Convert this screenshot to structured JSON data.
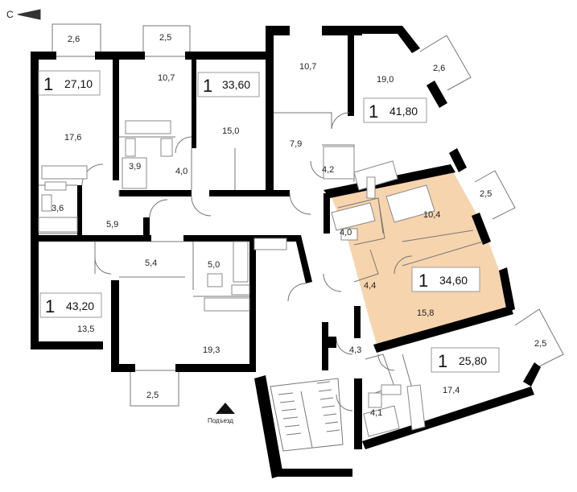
{
  "compass": {
    "label": "С"
  },
  "entrance": {
    "label": "Подъезд"
  },
  "apartments": [
    {
      "rooms": "1",
      "area": "27,10"
    },
    {
      "rooms": "1",
      "area": "33,60"
    },
    {
      "rooms": "1",
      "area": "41,80"
    },
    {
      "rooms": "1",
      "area": "34,60"
    },
    {
      "rooms": "1",
      "area": "43,20"
    },
    {
      "rooms": "1",
      "area": "25,80"
    }
  ],
  "highlight_color": "#F6D4AE",
  "rooms": {
    "r_17_6": "17,6",
    "r_3_6": "3,6",
    "r_5_9": "5,9",
    "r_2_6a": "2,6",
    "r_10_7a": "10,7",
    "r_2_5a": "2,5",
    "r_3_9": "3,9",
    "r_4_0a": "4,0",
    "r_15_0": "15,0",
    "r_10_7b": "10,7",
    "r_7_9": "7,9",
    "r_4_2": "4,2",
    "r_19_0": "19,0",
    "r_2_6b": "2,6",
    "r_10_4": "10,4",
    "r_4_0b": "4,0",
    "r_2_5b": "2,5",
    "r_4_4": "4,4",
    "r_15_8": "15,8",
    "r_5_4": "5,4",
    "r_5_0": "5,0",
    "r_13_5": "13,5",
    "r_19_3": "19,3",
    "r_2_5c": "2,5",
    "r_4_3": "4,3",
    "r_2_5d": "2,5",
    "r_17_4": "17,4",
    "r_4_1": "4,1"
  }
}
